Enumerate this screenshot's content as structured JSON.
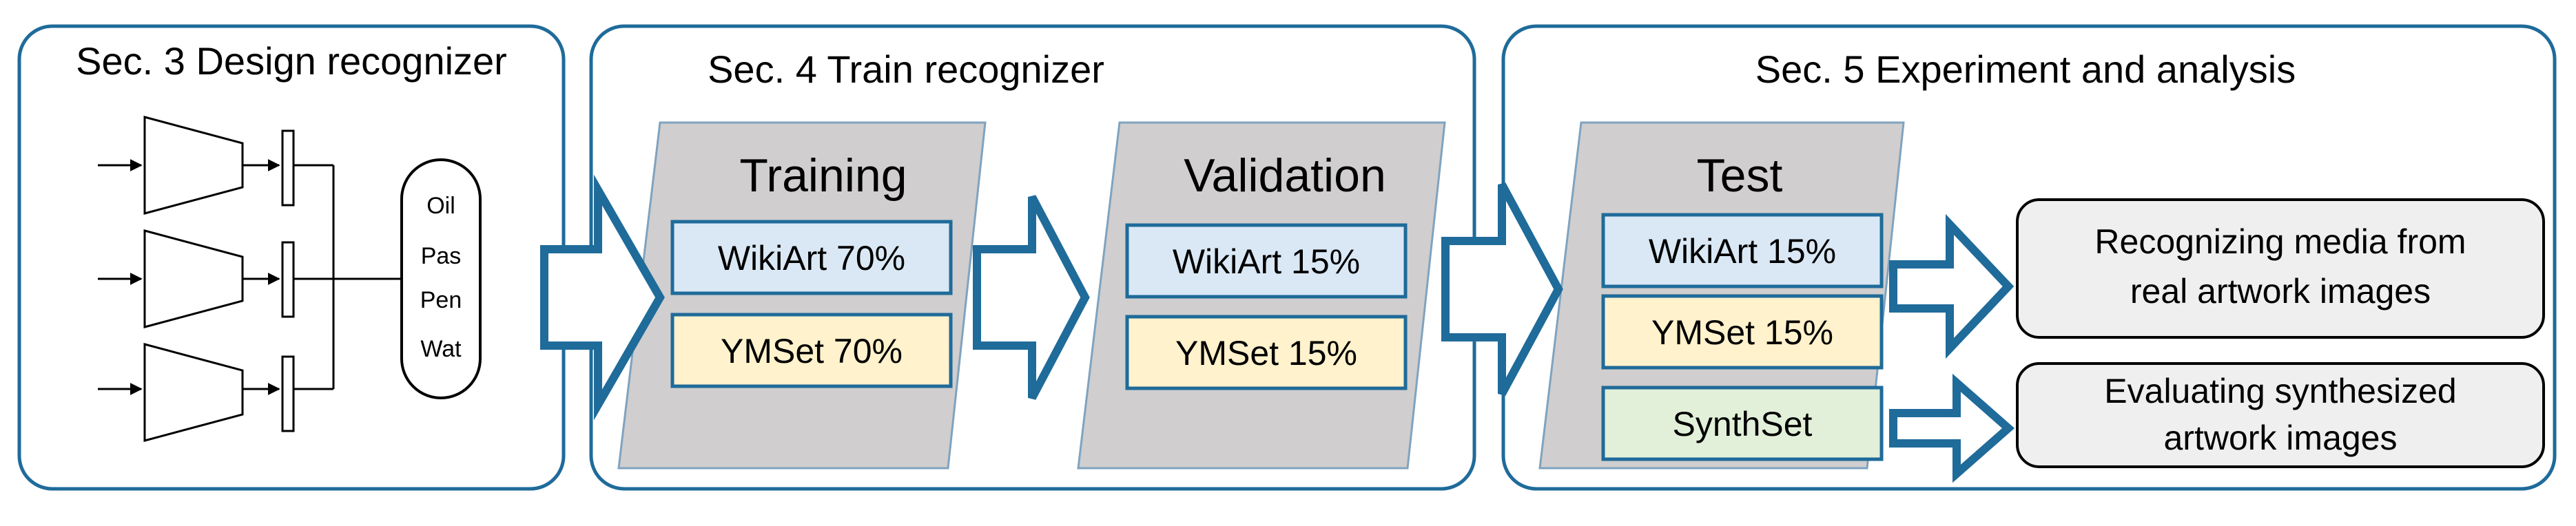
{
  "panels": {
    "design": {
      "title": "Sec. 3 Design recognizer"
    },
    "train": {
      "title": "Sec. 4 Train recognizer"
    },
    "experiment": {
      "title": "Sec. 5 Experiment and analysis"
    }
  },
  "recognizer": {
    "classes": [
      "Oil",
      "Pas",
      "Pen",
      "Wat"
    ]
  },
  "training": {
    "title": "Training",
    "sets": [
      "WikiArt 70%",
      "YMSet 70%"
    ]
  },
  "validation": {
    "title": "Validation",
    "sets": [
      "WikiArt 15%",
      "YMSet 15%"
    ]
  },
  "test": {
    "title": "Test",
    "sets": [
      "WikiArt 15%",
      "YMSet 15%",
      "SynthSet"
    ]
  },
  "outcomes": {
    "recognize": [
      "Recognizing media from",
      "real artwork images"
    ],
    "evaluate": [
      "Evaluating synthesized",
      "artwork images"
    ]
  },
  "colors": {
    "panel_border": "#1f6b9a",
    "arrow_outline": "#1f6b9a",
    "parallelogram_fill": "#d0cece",
    "parallelogram_border": "#7fa3c0",
    "wikiart_fill": "#dae8f5",
    "ymset_fill": "#fff2cc",
    "synthset_fill": "#e2f0d9",
    "outcome_fill": "#efefef",
    "ink": "#000000"
  }
}
